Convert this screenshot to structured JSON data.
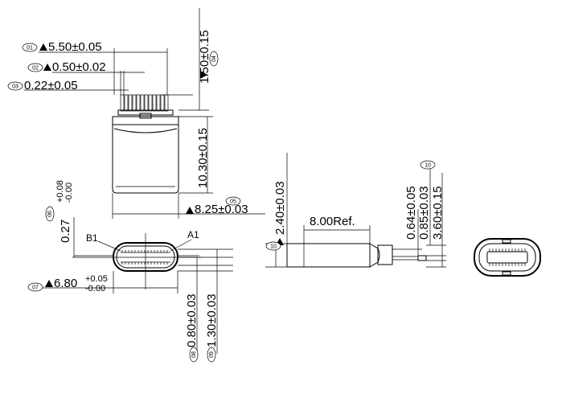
{
  "dimensions": [
    {
      "id": "01",
      "text": "5.50±0.05"
    },
    {
      "id": "02",
      "text": "0.50±0.02"
    },
    {
      "id": "03",
      "text": "0.22±0.05"
    },
    {
      "id": "04",
      "text": "1.50±0.15"
    },
    {
      "id": "05",
      "text": "8.25±0.03"
    },
    {
      "id": "06",
      "text": "0.27",
      "tol_plus": "+0.08",
      "tol_minus": "-0.00"
    },
    {
      "id": "07",
      "text": "6.80",
      "tol_plus": "+0.05",
      "tol_minus": "-0.00"
    },
    {
      "id": "08",
      "text": "0.80±0.03"
    },
    {
      "id": "09",
      "text": "1.30±0.03"
    },
    {
      "id": "10",
      "text": "0.64±0.05"
    },
    {
      "text": "10.30±0.15"
    },
    {
      "text": "2.40±0.03"
    },
    {
      "text": "8.00Ref."
    },
    {
      "text": "0.85±0.03"
    },
    {
      "text": "3.60±0.15"
    }
  ],
  "callouts": [
    "01",
    "02",
    "03",
    "04",
    "05",
    "06",
    "07",
    "08",
    "09",
    "10",
    "10"
  ],
  "pin_labels": {
    "b1": "B1",
    "a1": "A1"
  }
}
